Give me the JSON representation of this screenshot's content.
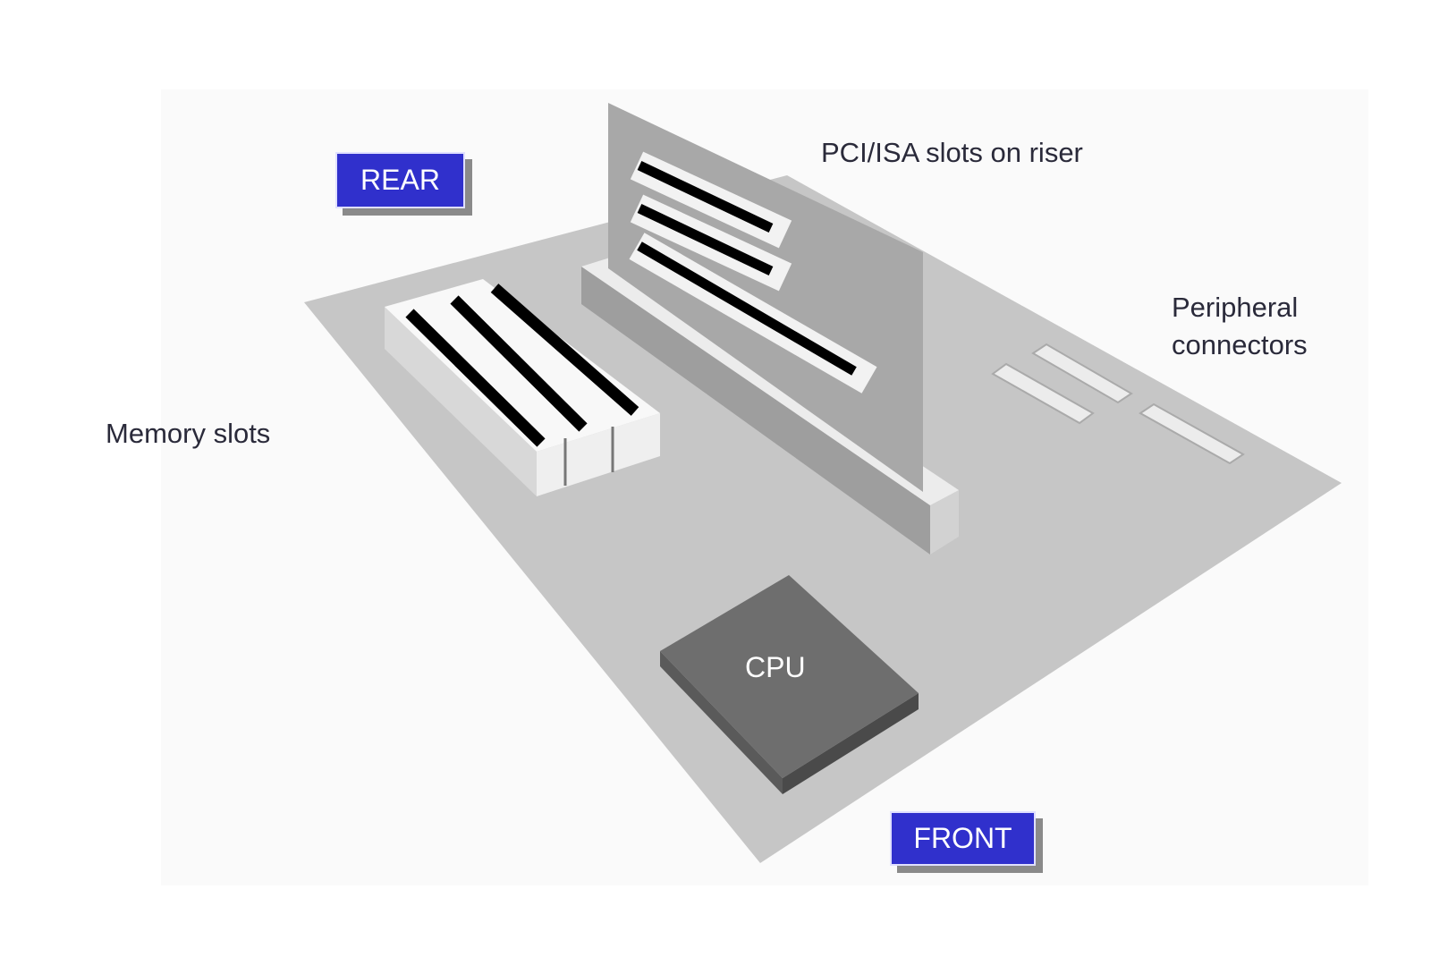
{
  "labels": {
    "rear": "REAR",
    "front": "FRONT",
    "riser": "PCI/ISA slots on riser",
    "peripheral_line1": "Peripheral",
    "peripheral_line2": "connectors",
    "memory": "Memory slots",
    "cpu": "CPU"
  },
  "colors": {
    "tag_blue": "#3030cc",
    "board": "#c6c6c6",
    "riser_card": "#a8a8a8",
    "cpu": "#6e6e6e"
  }
}
